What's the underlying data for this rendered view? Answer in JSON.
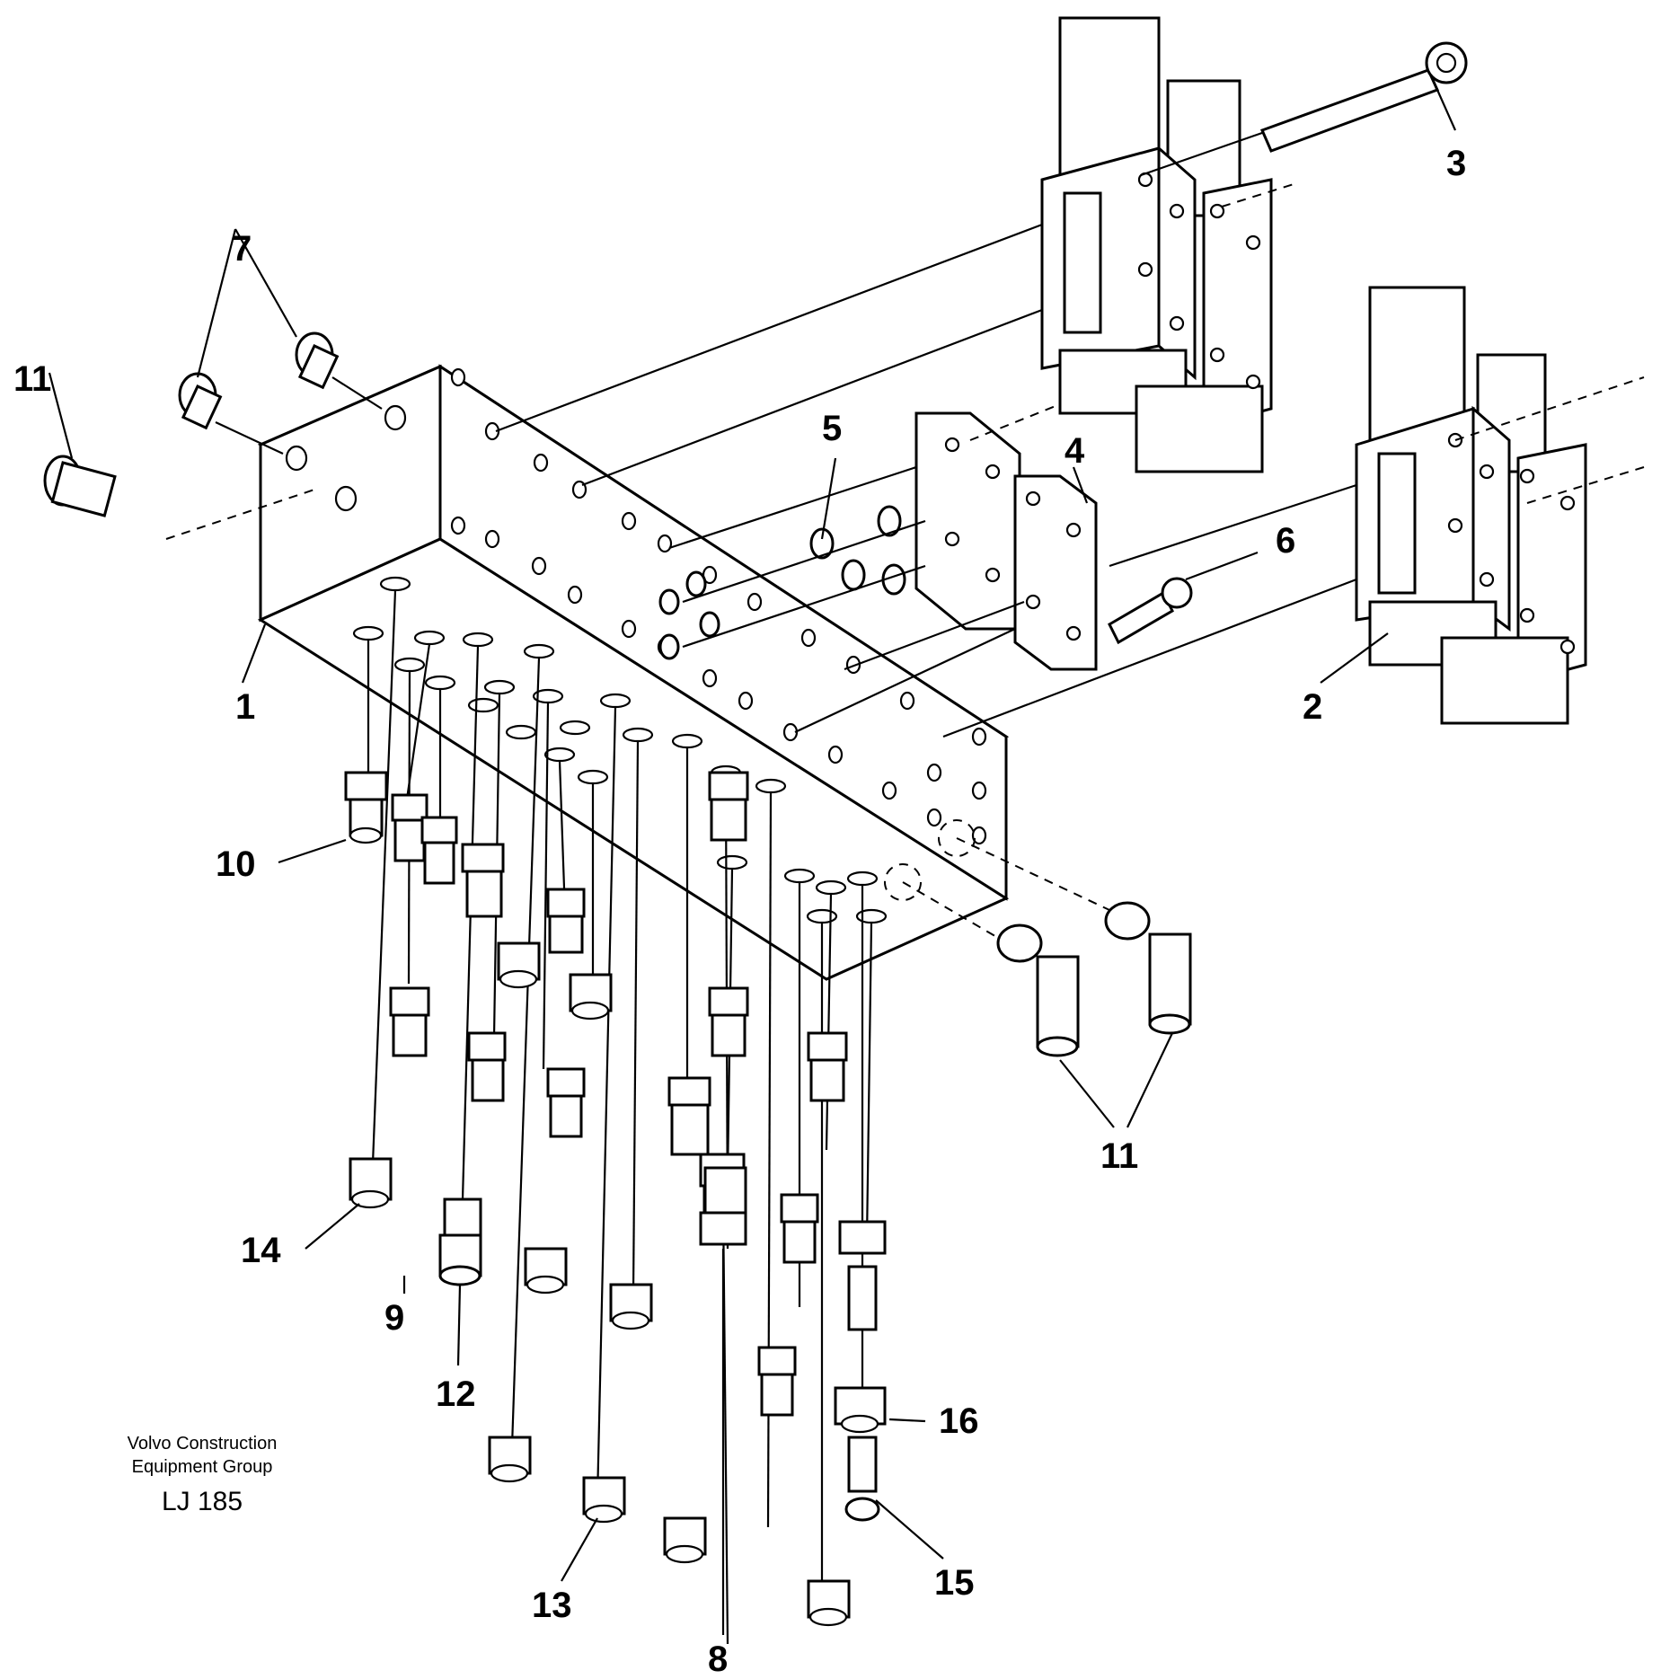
{
  "diagram": {
    "callouts": {
      "c1": "1",
      "c2": "2",
      "c3": "3",
      "c4": "4",
      "c5": "5",
      "c6": "6",
      "c7": "7",
      "c8": "8",
      "c9": "9",
      "c10": "10",
      "c11a": "11",
      "c11b": "11",
      "c12": "12",
      "c13": "13",
      "c14": "14",
      "c15": "15",
      "c16": "16"
    }
  },
  "caption": {
    "line1": "Volvo Construction",
    "line2": "Equipment Group",
    "code": "LJ 185"
  }
}
